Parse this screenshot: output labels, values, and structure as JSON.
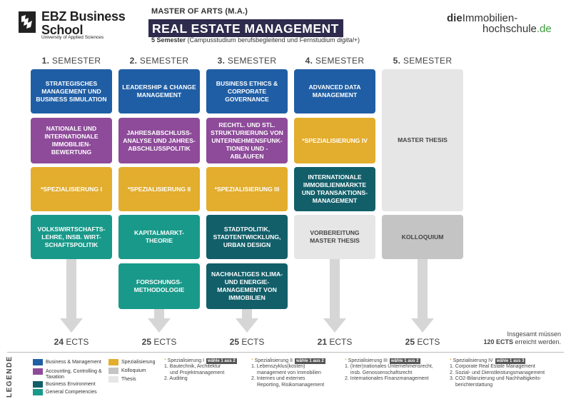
{
  "header": {
    "school_title_line1": "EBZ Business",
    "school_title_line2": "School",
    "school_subtitle": "University of Applied Sciences",
    "degree": "MASTER OF ARTS (M.A.)",
    "program": "REAL ESTATE MANAGEMENT",
    "duration_bold": "5 Semester",
    "duration_text": " (Campusstudium berufsbegleitend und Fernstudium ",
    "duration_italic": "digital+",
    "duration_end": ")",
    "partner_logo_a": "die",
    "partner_logo_b": "Immobilien-",
    "partner_logo_c": "hochschule",
    "partner_logo_d": ".de"
  },
  "semesters": [
    {
      "num": "1.",
      "label": " SEMESTER",
      "ects_num": "24",
      "ects_unit": " ECTS",
      "modules": [
        "STRATEGISCHES MANAGEMENT UND BUSINESS SIMULATION",
        "NATIONALE UND INTERNATIONALE IMMOBILIEN-BEWERTUNG",
        "*SPEZIALISIERUNG I",
        "VOLKSWIRTSCHAFTS-LEHRE, INSB. WIRT-SCHAFTSPOLITIK"
      ]
    },
    {
      "num": "2.",
      "label": " SEMESTER",
      "ects_num": "25",
      "ects_unit": " ECTS",
      "modules": [
        "LEADERSHIP & CHANGE MANAGEMENT",
        "JAHRESABSCHLUSS-ANALYSE UND JAHRES-ABSCHLUSSPOLITIK",
        "*SPEZIALISIERUNG II",
        "KAPITALMARKT-THEORIE",
        "FORSCHUNGS-METHODOLOGIE"
      ]
    },
    {
      "num": "3.",
      "label": " SEMESTER",
      "ects_num": "25",
      "ects_unit": " ECTS",
      "modules": [
        "BUSINESS ETHICS & CORPORATE GOVERNANCE",
        "RECHTL. UND STL. STRUKTURIERUNG VON UNTERNEHMENSFUNK-TIONEN UND -ABLÄUFEN",
        "*SPEZIALISIERUNG III",
        "STADTPOLITIK, STADTENTWICKLUNG, URBAN DESIGN",
        "NACHHALTIGES KLIMA- UND ENERGIE-MANAGEMENT VON IMMOBILIEN"
      ]
    },
    {
      "num": "4.",
      "label": " SEMESTER",
      "ects_num": "21",
      "ects_unit": " ECTS",
      "modules": [
        "ADVANCED DATA MANAGEMENT",
        "*SPEZIALISIERUNG IV",
        "INTERNATIONALE IMMOBILIENMÄRKTE UND TRANSAKTIONS-MANAGEMENT",
        "VORBEREITUNG MASTER THESIS"
      ]
    },
    {
      "num": "5.",
      "label": " SEMESTER",
      "ects_num": "25",
      "ects_unit": " ECTS",
      "modules": [
        "MASTER THESIS",
        "KOLLOQUIUM"
      ]
    }
  ],
  "total": {
    "line1": "Insgesamt müssen",
    "line2_bold": "120 ECTS",
    "line2_rest": " erreicht werden."
  },
  "legend": {
    "title": "LEGENDE",
    "categories": [
      {
        "label": "Business & Management",
        "color": "#1f5ea5"
      },
      {
        "label": "Accounting, Controlling & Taxation",
        "color": "#8e4b9a"
      },
      {
        "label": "Business Environment",
        "color": "#125f6a"
      },
      {
        "label": "General Competencies",
        "color": "#19998a"
      },
      {
        "label": "Spezialisierung",
        "color": "#e3ad2d"
      },
      {
        "label": "Kolloquium",
        "color": "#c4c4c4"
      },
      {
        "label": "Thesis",
        "color": "#e6e6e6"
      }
    ],
    "specializations": [
      {
        "star": "*",
        "title": " Spezialisierung I",
        "badge": "wähle 1 aus 2",
        "items": [
          "1. Bautechnik, Architektur",
          "    und Projektmanagement",
          "2. Auditing"
        ]
      },
      {
        "star": "*",
        "title": " Spezialisierung II",
        "badge": "wähle 1 aus 2",
        "items": [
          "1. Lebenszyklus(kosten)",
          "    management von Immobilien",
          "2. Internes und externes",
          "    Reporting, Risikomanagement"
        ]
      },
      {
        "star": "*",
        "title": " Spezialisierung III",
        "badge": "wähle 1 aus 2",
        "items": [
          "1. (Inter)nationales Unternehmensrecht,",
          "    insb. Genossenschaftsrecht",
          "2. Internationales Finanzmanagement"
        ]
      },
      {
        "star": "*",
        "title": " Spezialisierung IV",
        "badge": "wähle 1 aus 3",
        "items": [
          "1. Corporate Real Estate Management",
          "2. Sozial- und Dienstleistungsmanagement",
          "3. CO2-Bilanzierung und Nachhaltigkeits-",
          "    berichterstattung"
        ]
      }
    ]
  }
}
